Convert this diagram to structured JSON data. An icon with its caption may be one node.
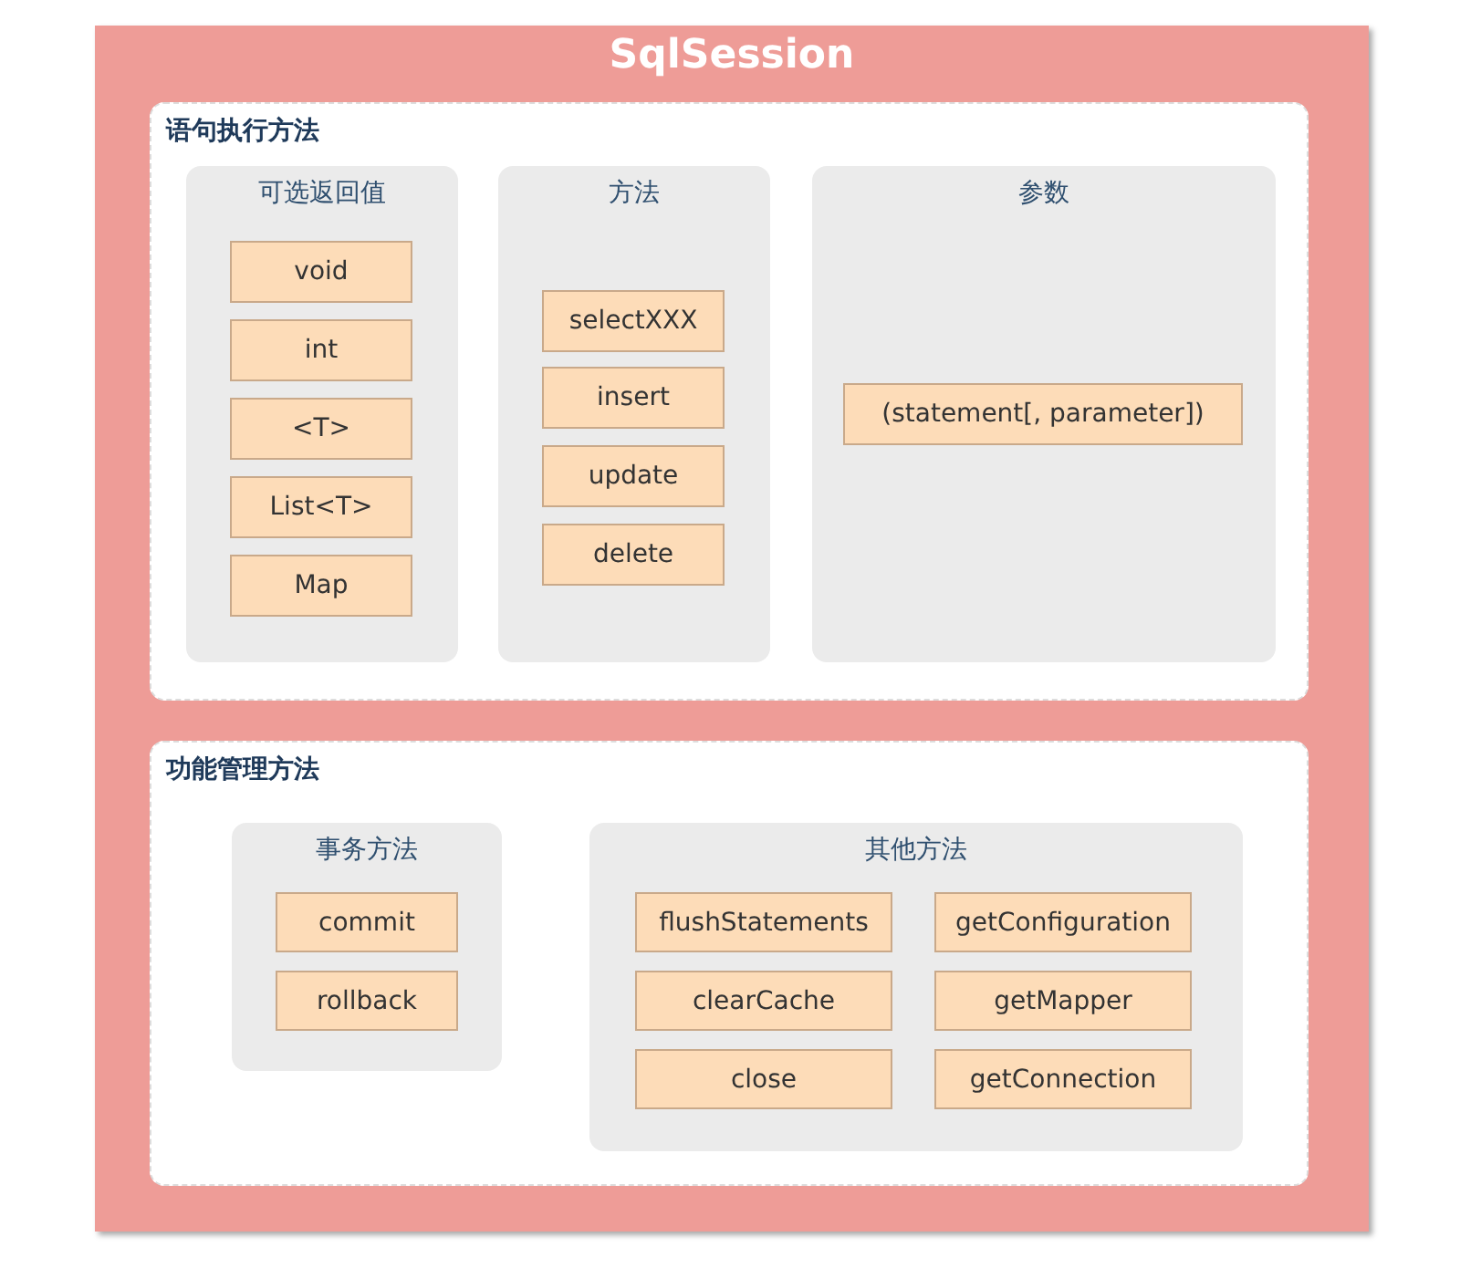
{
  "diagram": {
    "nodes": [
      {
        "text": [
          "SqlSession"
        ]
      },
      {
        "text": [
          "语句执行方法"
        ],
        "in": 0
      },
      {
        "text": [
          "可选返回值"
        ],
        "in": 1
      },
      {
        "text": [
          "void"
        ],
        "in": 2
      },
      {
        "text": [
          "int"
        ],
        "in": 2
      },
      {
        "text": [
          "<T>"
        ],
        "in": 2
      },
      {
        "text": [
          "List<T>"
        ],
        "in": 2
      },
      {
        "text": [
          "Map"
        ],
        "in": 2
      },
      {
        "text": [
          "方法"
        ],
        "in": 1
      },
      {
        "text": [
          "selectXXX"
        ],
        "in": 8
      },
      {
        "text": [
          "insert"
        ],
        "in": 8
      },
      {
        "text": [
          "update"
        ],
        "in": 8
      },
      {
        "text": [
          "delete"
        ],
        "in": 8
      },
      {
        "text": [
          "参数"
        ],
        "in": 1
      },
      {
        "text": [
          "(statement[, parameter])"
        ],
        "in": 13
      },
      {
        "text": [
          "功能管理方法"
        ],
        "in": 0
      },
      {
        "text": [
          "事务方法"
        ],
        "in": 15
      },
      {
        "text": [
          "commit"
        ],
        "in": 16
      },
      {
        "text": [
          "rollback"
        ],
        "in": 16
      },
      {
        "text": [
          "其他方法"
        ],
        "in": 15
      },
      {
        "text": [
          "flushStatements"
        ],
        "in": 19
      },
      {
        "text": [
          "getConfiguration"
        ],
        "in": 19
      },
      {
        "text": [
          "clearCache"
        ],
        "in": 19
      },
      {
        "text": [
          "getMapper"
        ],
        "in": 19
      },
      {
        "text": [
          "close"
        ],
        "in": 19
      },
      {
        "text": [
          "getConnection"
        ],
        "in": 19
      }
    ],
    "edges": []
  }
}
